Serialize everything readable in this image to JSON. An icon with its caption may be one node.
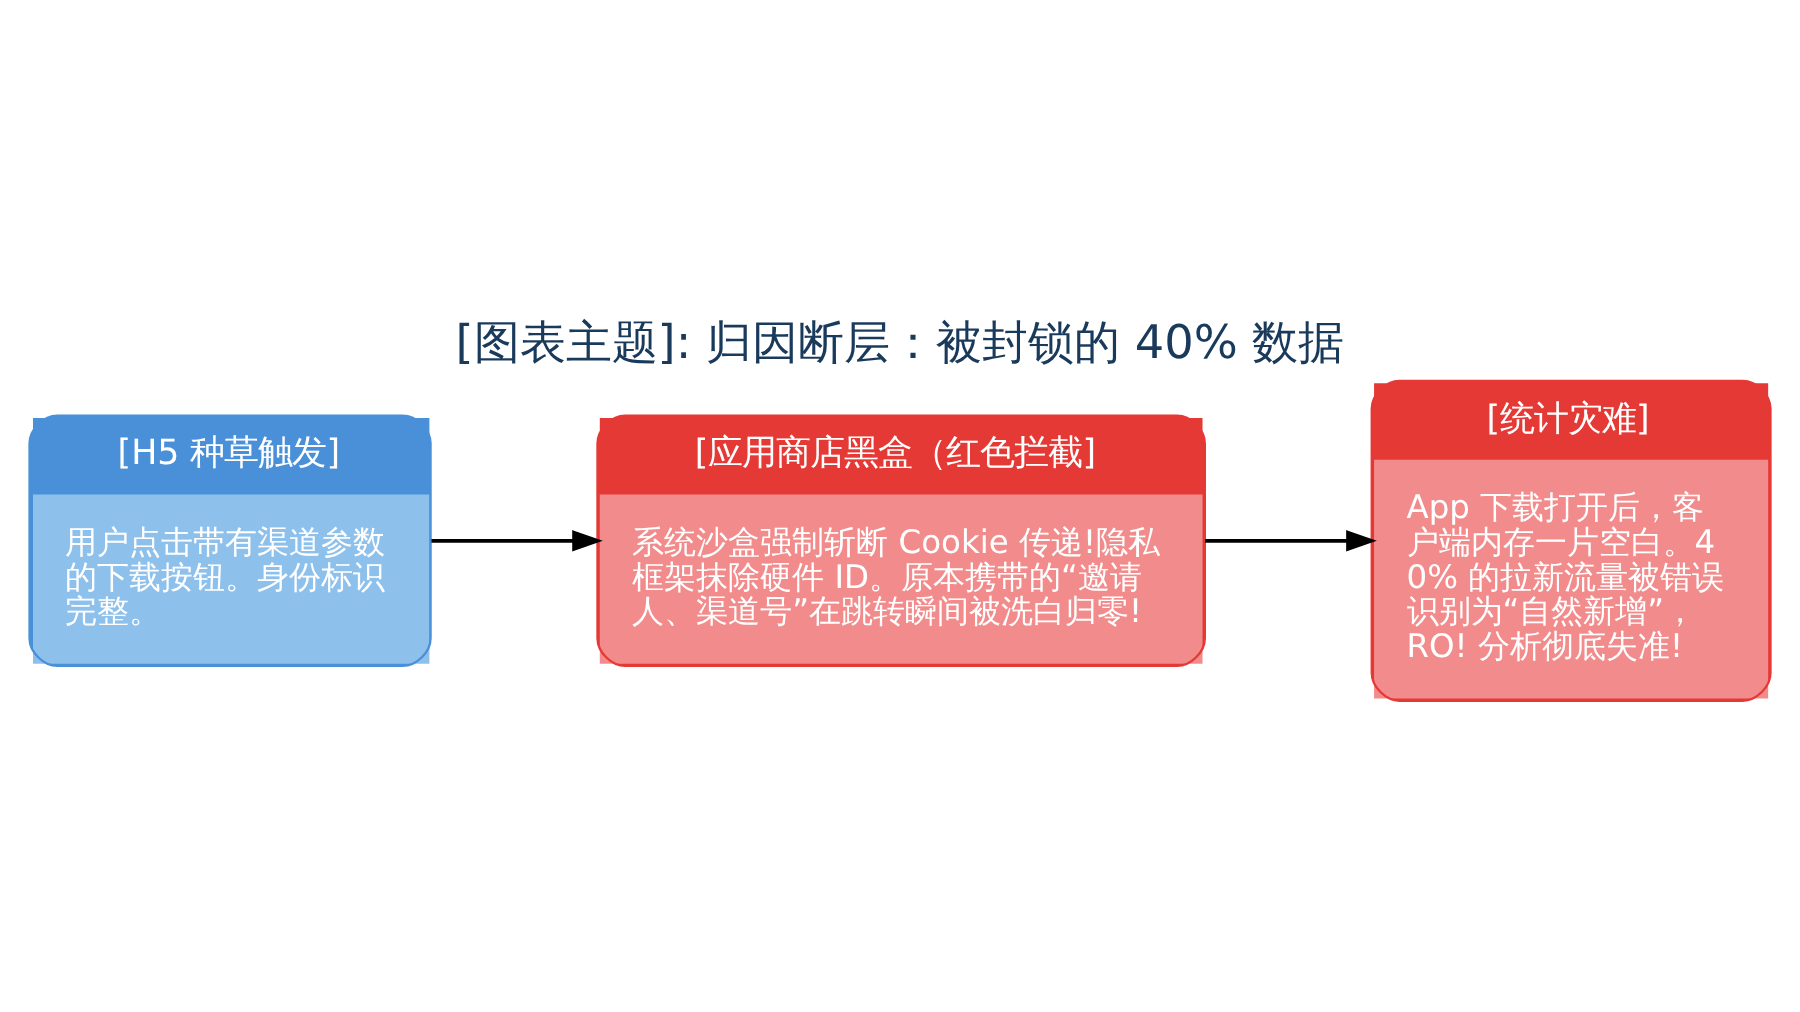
{
  "diagram": {
    "title": "[图表主题]: 归因断层：被封锁的 40% 数据",
    "nodes": [
      {
        "text": [
          "[H5 种草触发]",
          "用户点击带有渠道参数的下载按钮。身份标识完整。"
        ]
      },
      {
        "text": [
          "[应用商店黑盒（红色拦截]",
          "系统沙盒强制斩断 Cookie 传递!隐私框架抹除硬件 ID。原本携带的“邀请人、渠道号”在跳转瞬间被洗白归零!"
        ]
      },
      {
        "text": [
          "[统计灾难]",
          "App 下载打开后，客户端内存一片空白。40% 的拉新流量被错误识别为“自然新增”，RO! 分析彻底失准!"
        ]
      }
    ],
    "edges": [
      {
        "from": 0,
        "to": 1,
        "arrow": "to"
      },
      {
        "from": 1,
        "to": 2,
        "arrow": "to"
      }
    ]
  }
}
